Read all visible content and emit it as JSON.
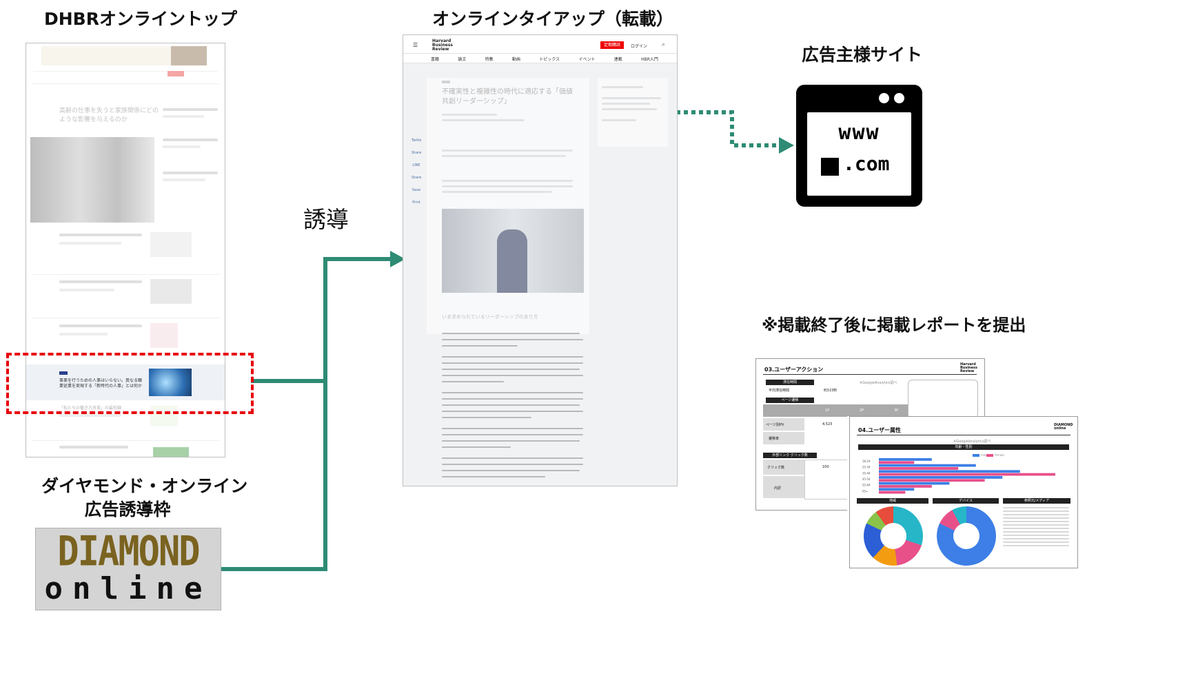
{
  "titles": {
    "top": "DHBRオンライントップ",
    "tieup": "オンラインタイアップ（転載）",
    "advertiser": "広告主様サイト",
    "report": "※掲載終了後に掲載レポートを提出",
    "dol_line1": "ダイヤモンド・オンライン",
    "dol_line2": "広告誘導枠"
  },
  "labels": {
    "guide": "誘導"
  },
  "browser_icon": {
    "line1": "www",
    "line2": ".com"
  },
  "diamond_logo": {
    "line1": "DIAMOND",
    "line2": "online"
  },
  "dhbr_top": {
    "hero_title": "高齢の仕事を失うと家族関係にどのような影響を与えるのか",
    "highlighted_item": "事業を行うための人事はいらない。異なる職業従業を実現する「新時代の人事」とは何か",
    "sub_item": "「私たちの働き方改革」の最前線"
  },
  "tieup_page": {
    "brand": "Harvard Business Review",
    "subscribe_button": "定期購読",
    "login": "ログイン",
    "nav": [
      "書籍",
      "論文",
      "特集",
      "動画",
      "トピックス",
      "イベント",
      "連載",
      "HBR入門"
    ],
    "headline": "不確実性と複雑性の時代に適応する「価値共創リーダーシップ」",
    "subhead": "いま求められているリーダーシップのあり方",
    "share": [
      "Twitter",
      "Share",
      "LINE",
      "Share",
      "Save",
      "Print"
    ]
  },
  "report_front": {
    "title": "03.ユーザーアクション",
    "brand": "Harvard Business Review",
    "note": "※GoogleAnalytics調べ",
    "row1_label": "滞在時間",
    "row2_label": "平均滞在時間",
    "row2_value": "8分23秒",
    "section2": "ページ遷移",
    "cols": [
      "1P",
      "2P",
      "3P"
    ],
    "pv_label": "ページ別PV",
    "pv_value": "4,523",
    "rate_label": "遷移率",
    "section3": "外部リンク クリック数",
    "click_label": "クリック数",
    "click_value": "100",
    "detail_label": "内訳"
  },
  "report_back": {
    "title": "04.ユーザー属性",
    "brand": "DIAMOND online",
    "note": "※GoogleAnalytics調べ",
    "bar_header": "年齢・性別",
    "legend": [
      "male",
      "female"
    ],
    "panel_headers": [
      "地域",
      "デバイス",
      "参照元/メディア"
    ]
  },
  "colors": {
    "arrow_green": "#2e8b74",
    "dash_red": "#e8000b",
    "diamond_gold": "#7a6320",
    "male_blue": "#3d7fe6",
    "female_pink": "#e8508a"
  },
  "chart_data": {
    "type": "bar",
    "note": "decorative thumbnail of age/gender report; values approximate",
    "categories": [
      "18-24",
      "25-34",
      "35-44",
      "45-54",
      "55-64",
      "65+"
    ],
    "series": [
      {
        "name": "male",
        "values": [
          30,
          55,
          80,
          70,
          40,
          20
        ]
      },
      {
        "name": "female",
        "values": [
          20,
          45,
          100,
          60,
          30,
          15
        ]
      }
    ]
  }
}
